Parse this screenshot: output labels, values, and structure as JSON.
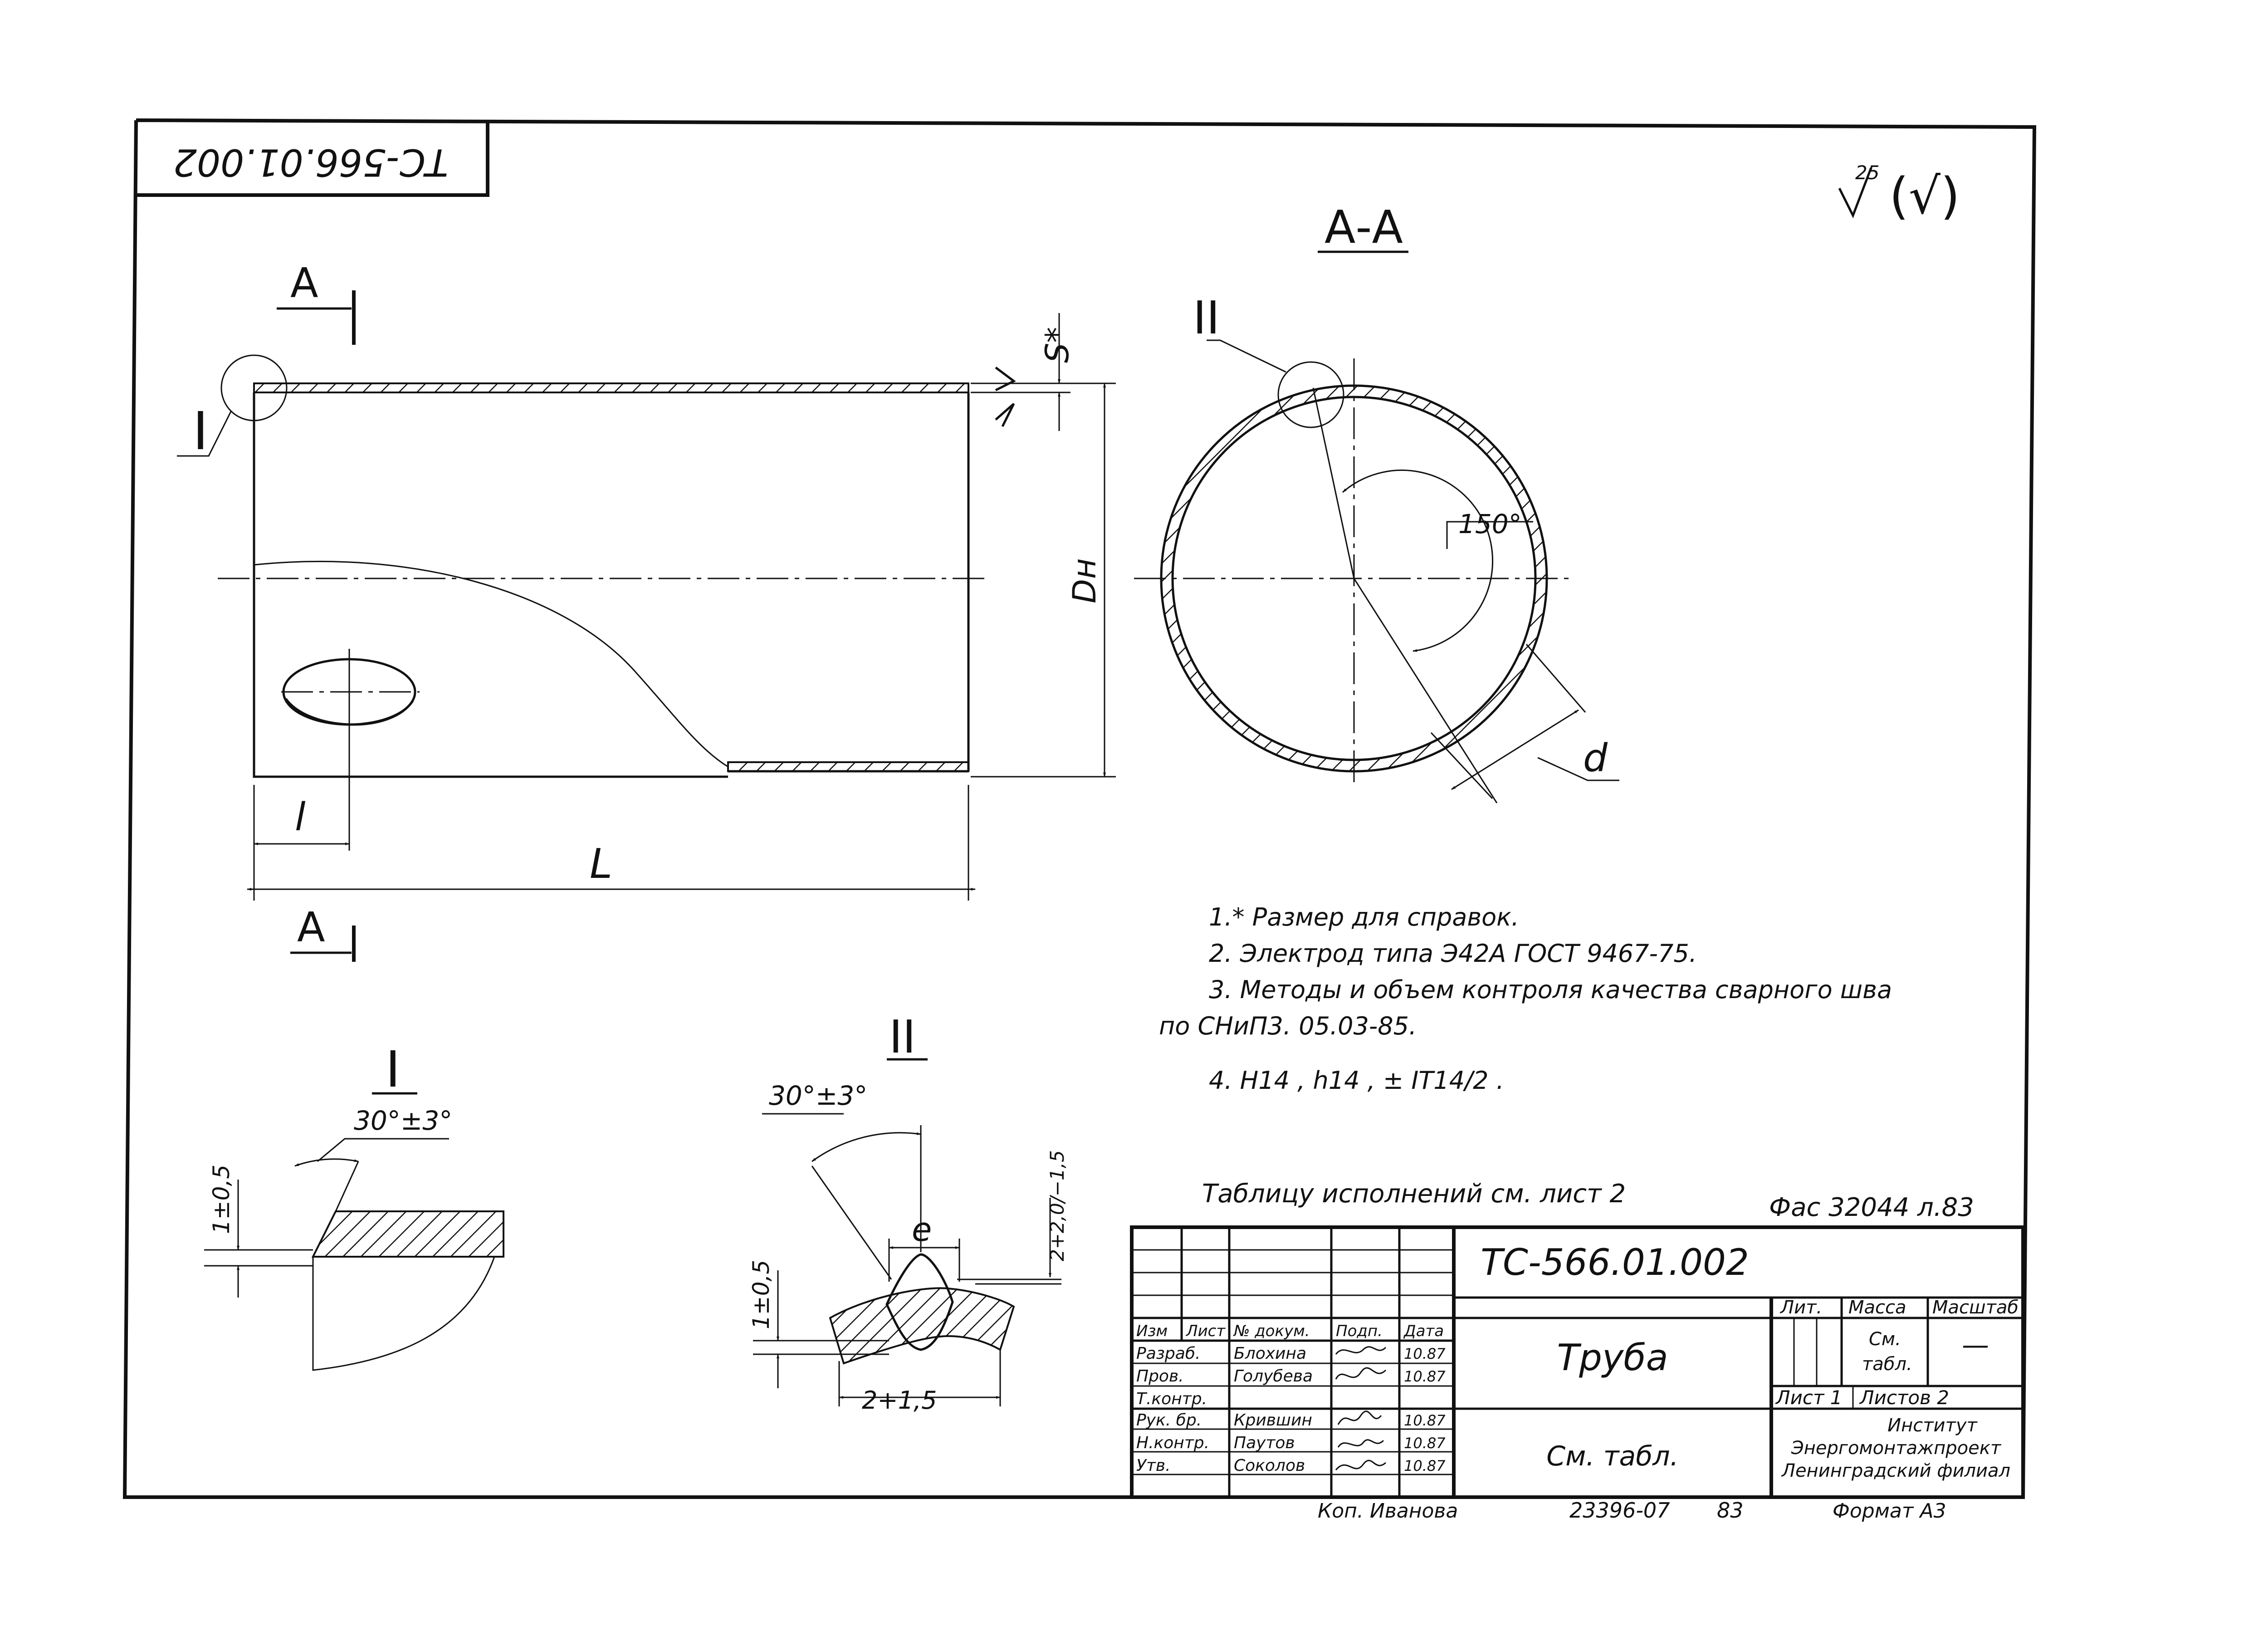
{
  "stamp_rotated": "ТС-566.01.002",
  "roughness": {
    "value": "25",
    "sub": "(√)"
  },
  "section_title": "А-А",
  "section_marks": {
    "top": "А",
    "bottom": "А"
  },
  "detail_marks": {
    "one": "I",
    "two": "II"
  },
  "dims": {
    "wall": "S*",
    "diameter": "Dн",
    "length": "L",
    "offset": "l",
    "hole": "d",
    "angle": "150°",
    "bevel_1": "30°±3°",
    "root_1": "1±0,5",
    "bevel_2": "30°±3°",
    "root_2": "1±0,5",
    "gap": "e",
    "reinf": "2+2,0/−1,5",
    "width": "2+1,5"
  },
  "notes": [
    "1.* Размер для справок.",
    "2.  Электрод типа Э42А ГОСТ 9467-75.",
    "3.  Методы и объем контроля качества сварного шва",
    "по СНиП3. 05.03-85.",
    "4.  H14 , h14 , ± IT14/2 ."
  ],
  "table_ref": "Таблицу исполнений см. лист 2",
  "inv_ref": "Фас 32044 л.83",
  "title_block": {
    "code": "ТС-566.01.002",
    "name": "Труба",
    "material": "См. табл.",
    "col_lit": "Лит.",
    "col_mass": "Масса",
    "col_scale": "Масштаб",
    "mass_value_1": "См.",
    "mass_value_2": "табл.",
    "scale_value": "—",
    "sheet": "Лист 1",
    "sheets": "Листов 2",
    "org_1": "Институт",
    "org_2": "Энергомонтажпроект",
    "org_3": "Ленинградский филиал",
    "headers": [
      "Изм",
      "Лист",
      "№ докум.",
      "Подп.",
      "Дата"
    ],
    "rows": [
      {
        "role": "Разраб.",
        "name": "Блохина",
        "date": "10.87"
      },
      {
        "role": "Пров.",
        "name": "Голубева",
        "date": "10.87"
      },
      {
        "role": "Т.контр.",
        "name": "",
        "date": ""
      },
      {
        "role": "Рук. бр.",
        "name": "Крившин",
        "date": "10.87"
      },
      {
        "role": "Н.контр.",
        "name": "Паутов",
        "date": "10.87"
      },
      {
        "role": "Утв.",
        "name": "Соколов",
        "date": "10.87"
      }
    ],
    "copied": "Коп. Иванова",
    "order": "23396-07",
    "order_num": "83",
    "format": "Формат А3"
  }
}
